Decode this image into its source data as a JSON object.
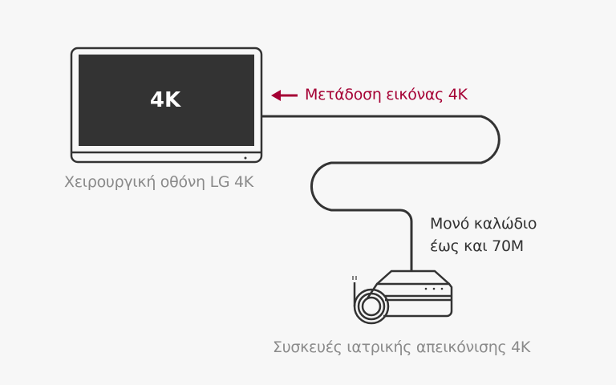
{
  "monitor": {
    "screen_label": "4K",
    "caption": "Χειρουργική οθόνη LG 4K"
  },
  "transfer": {
    "arrow_icon": "arrow-left-icon",
    "label": "Μετάδοση εικόνας 4K"
  },
  "cable": {
    "line1": "Μονό καλώδιο",
    "line2": "έως και 70M"
  },
  "device": {
    "caption": "Συσκευές ιατρικής απεικόνισης 4K"
  },
  "colors": {
    "background": "#f7f7f7",
    "accent": "#a50034",
    "line": "#333333",
    "screen": "#333333",
    "caption": "#8a8a8a"
  }
}
